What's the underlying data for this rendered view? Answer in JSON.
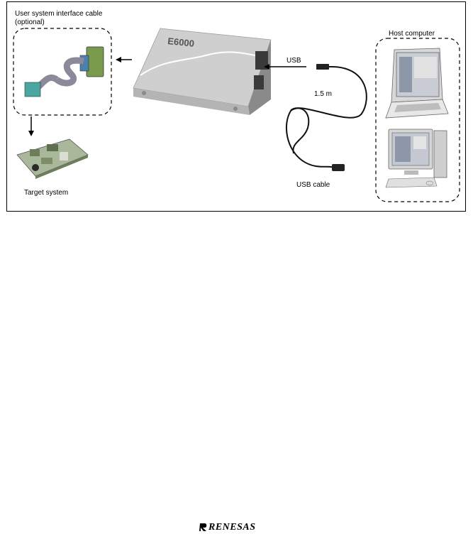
{
  "labels": {
    "cable_line1": "User system interface cable",
    "cable_line2": "(optional)",
    "host": "Host computer",
    "usb": "USB",
    "length": "1.5 m",
    "usb_cable": "USB cable",
    "target": "Target system",
    "emulator_brand": "E6000"
  },
  "footer": {
    "logo": "RENESAS"
  }
}
